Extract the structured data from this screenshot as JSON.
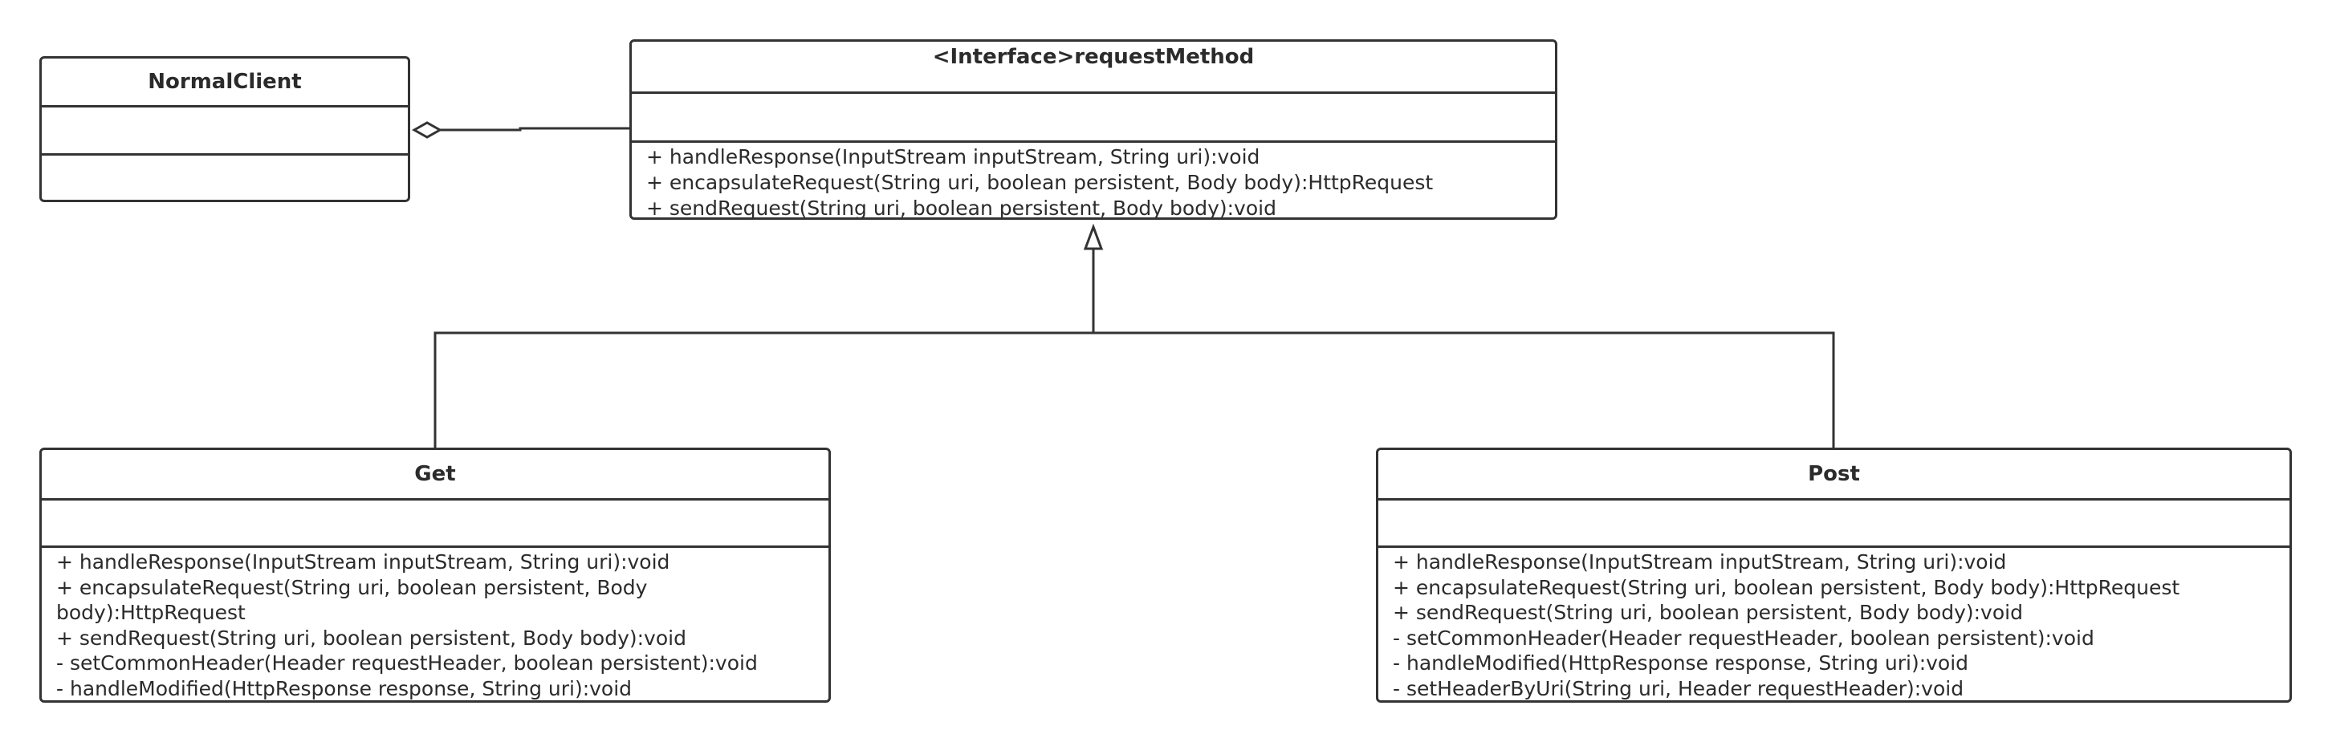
{
  "classes": {
    "normal_client": {
      "name": "NormalClient"
    },
    "request_method": {
      "name": "<Interface>requestMethod",
      "operations": [
        "+ handleResponse(InputStream inputStream, String uri):void",
        "+ encapsulateRequest(String uri, boolean persistent, Body body):HttpRequest",
        "+ sendRequest(String uri, boolean persistent, Body body):void"
      ]
    },
    "get": {
      "name": "Get",
      "operations": [
        "+ handleResponse(InputStream inputStream, String uri):void",
        "+ encapsulateRequest(String uri, boolean persistent, Body",
        "body):HttpRequest",
        "+ sendRequest(String uri, boolean persistent, Body body):void",
        "- setCommonHeader(Header requestHeader, boolean persistent):void",
        "- handleModified(HttpResponse response, String uri):void"
      ]
    },
    "post": {
      "name": "Post",
      "operations": [
        "+ handleResponse(InputStream inputStream, String uri):void",
        "+ encapsulateRequest(String uri, boolean persistent, Body body):HttpRequest",
        "+ sendRequest(String uri, boolean persistent, Body body):void",
        "- setCommonHeader(Header requestHeader, boolean persistent):void",
        "- handleModified(HttpResponse response, String uri):void",
        "- setHeaderByUri(String uri, Header requestHeader):void"
      ]
    }
  },
  "relationships": [
    {
      "type": "aggregation",
      "whole": "NormalClient",
      "part": "<Interface>requestMethod"
    },
    {
      "type": "realization",
      "from": "Get",
      "to": "<Interface>requestMethod"
    },
    {
      "type": "realization",
      "from": "Post",
      "to": "<Interface>requestMethod"
    }
  ],
  "colors": {
    "stroke": "#333333",
    "text": "#2b2b2b",
    "background": "#ffffff"
  }
}
